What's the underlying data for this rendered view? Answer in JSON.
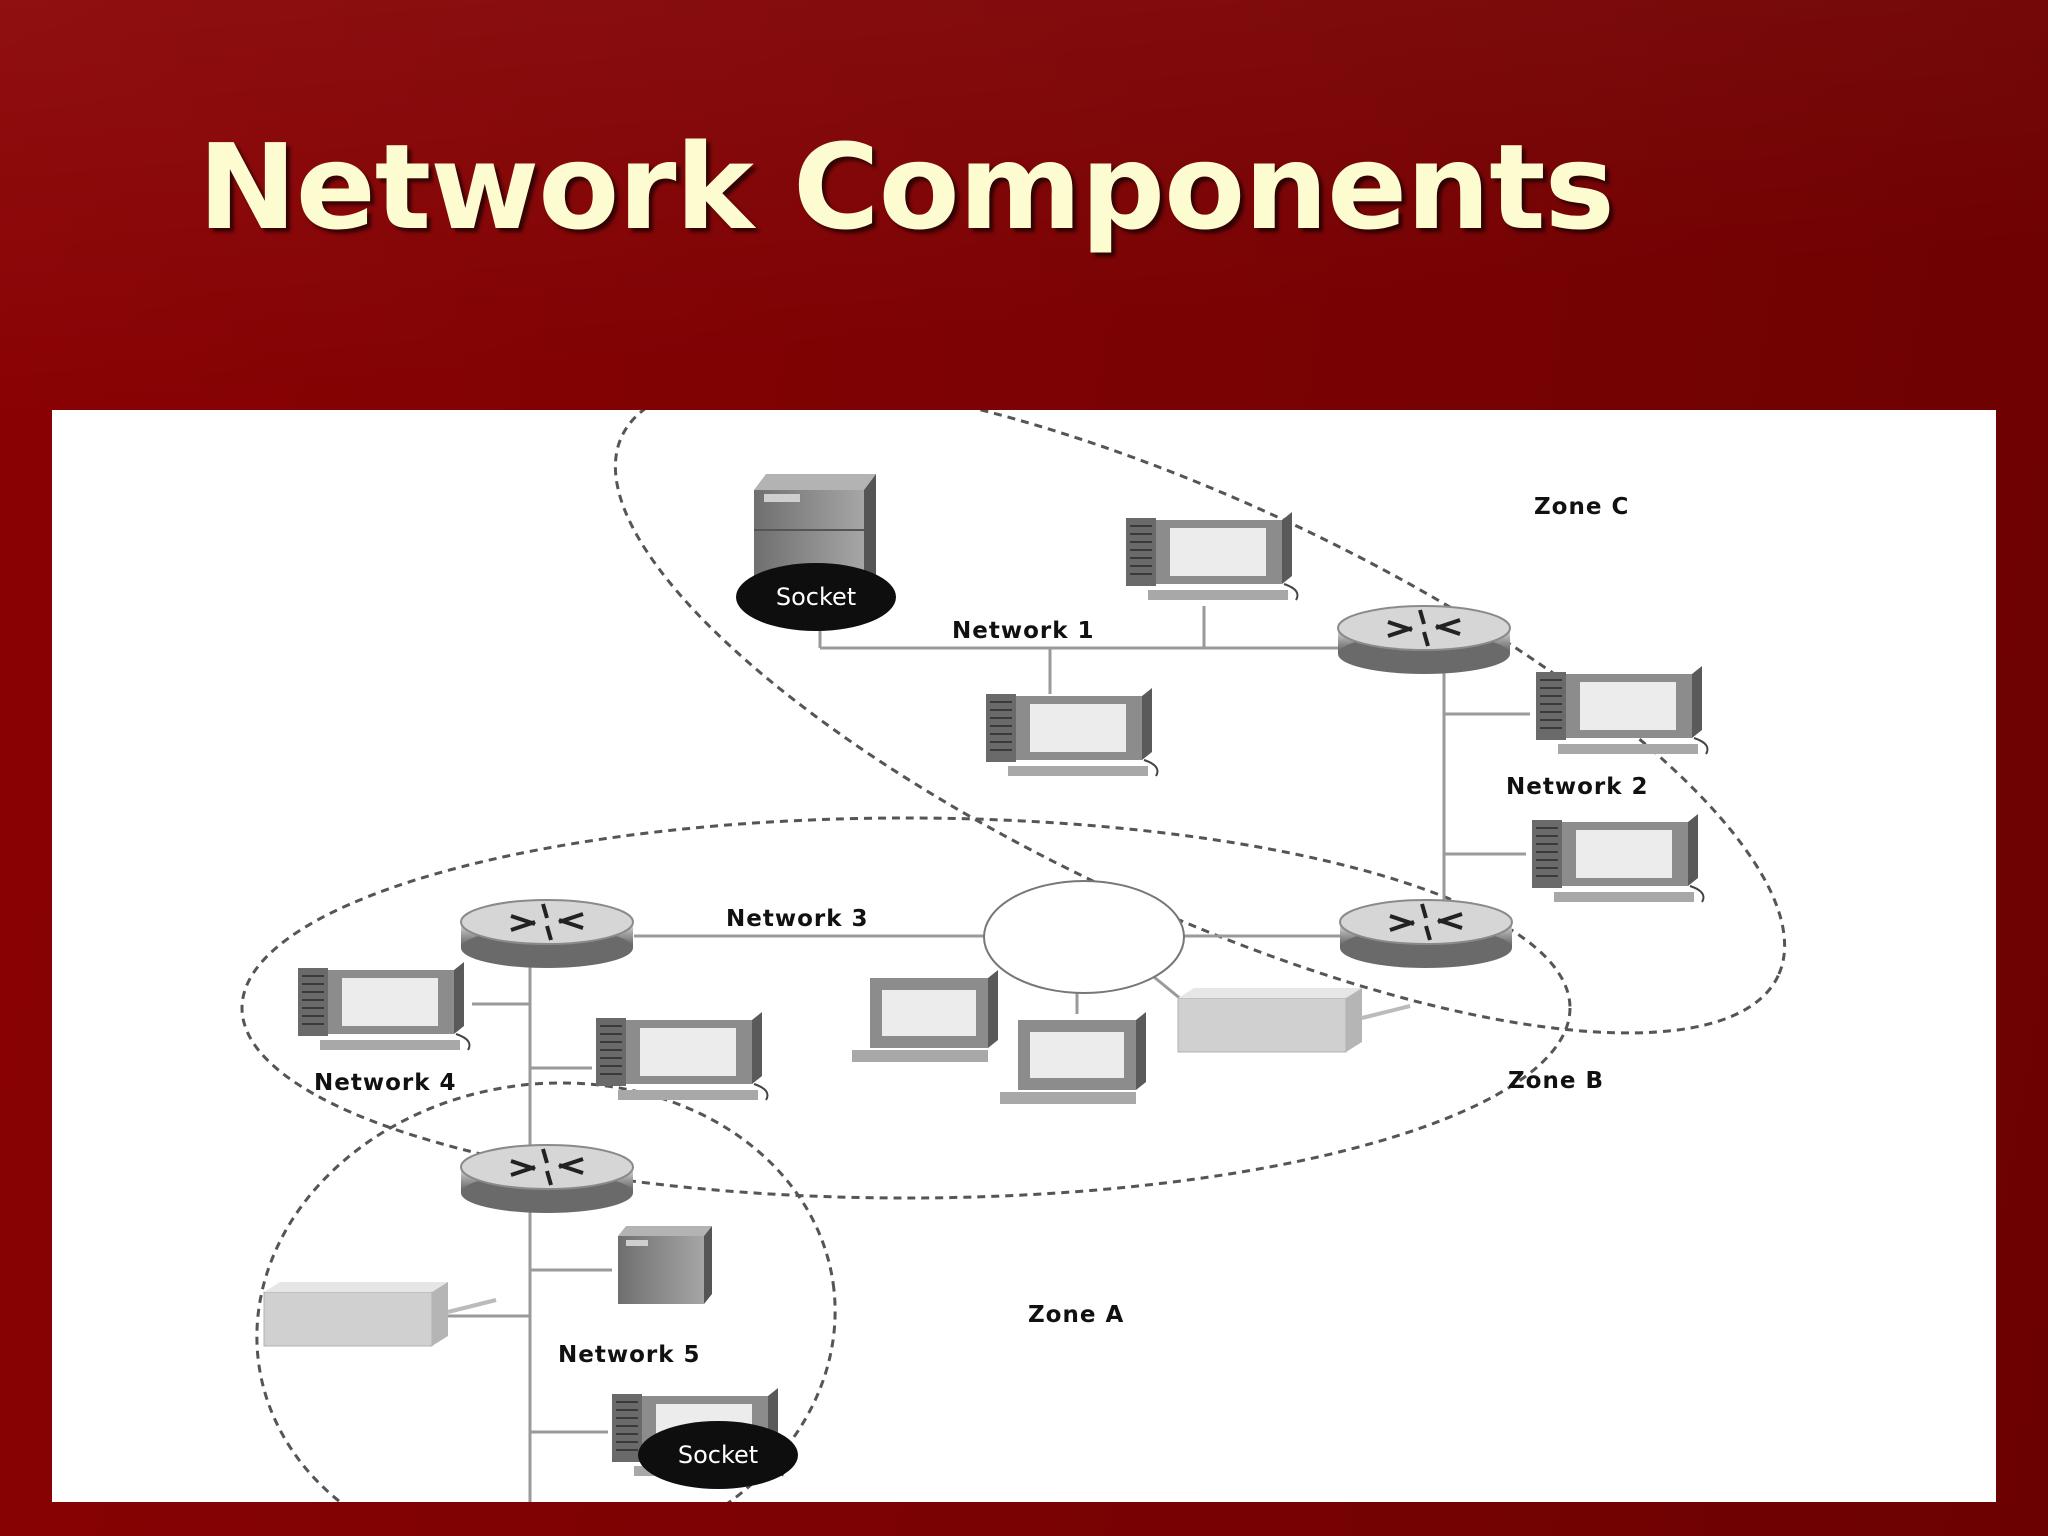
{
  "slide": {
    "title": "Network Components"
  },
  "diagram": {
    "zones": {
      "a": "Zone A",
      "b": "Zone B",
      "c": "Zone C"
    },
    "networks": {
      "n1": "Network 1",
      "n2": "Network 2",
      "n3": "Network 3",
      "n4": "Network 4",
      "n5": "Network 5"
    },
    "sockets": {
      "top": "Socket",
      "bottom": "Socket"
    }
  }
}
